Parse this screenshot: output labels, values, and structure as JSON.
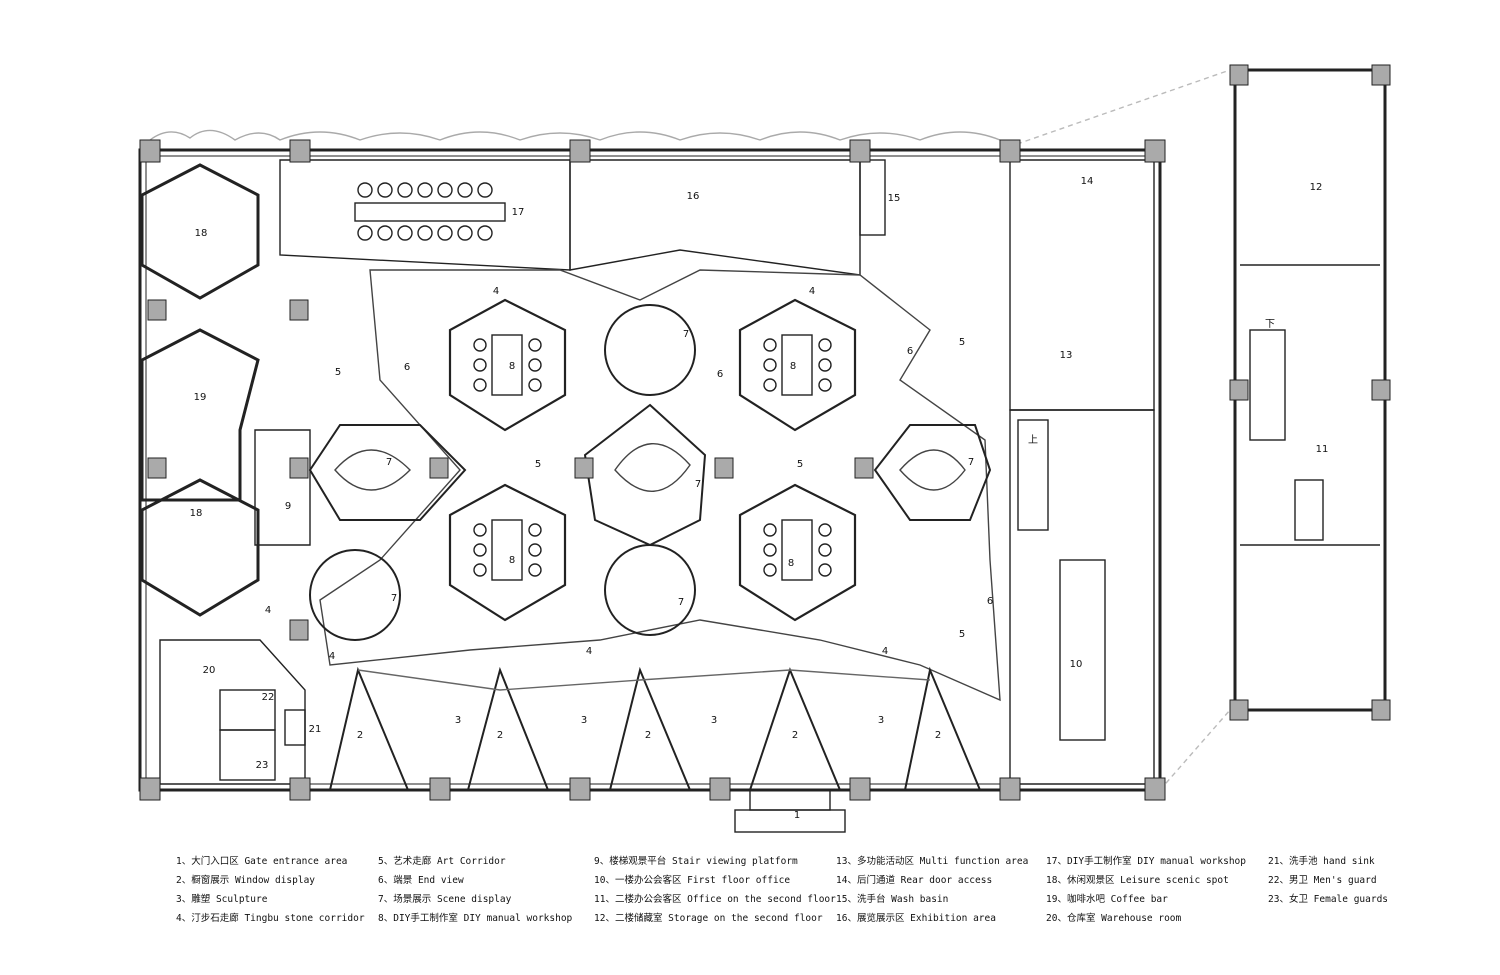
{
  "zones": {
    "z1": "1",
    "z2": "2",
    "z3": "3",
    "z4": "4",
    "z5": "5",
    "z6": "6",
    "z7": "7",
    "z8": "8",
    "z9": "9",
    "z10": "10",
    "z11": "11",
    "z12": "12",
    "z13": "13",
    "z14": "14",
    "z15": "15",
    "z16": "16",
    "z17": "17",
    "z18": "18",
    "z19": "19",
    "z20": "20",
    "z21": "21",
    "z22": "22",
    "z23": "23"
  },
  "stair_marks": {
    "down": "下",
    "up": "上"
  },
  "legend": {
    "col1": [
      "1、大门入口区 Gate entrance area",
      "2、橱窗展示 Window display",
      "3、雕塑 Sculpture",
      "4、汀步石走廊 Tingbu stone corridor"
    ],
    "col2": [
      "5、艺术走廊 Art Corridor",
      "6、端景 End view",
      "7、场景展示 Scene display",
      "8、DIY手工制作室 DIY manual workshop"
    ],
    "col3": [
      "9、楼梯观景平台 Stair viewing platform",
      "10、一楼办公会客区 First floor office",
      "11、二楼办公会客区 Office on the second floor",
      "12、二楼储藏室 Storage on the second floor"
    ],
    "col4": [
      "13、多功能活动区 Multi function area",
      "14、后门通道 Rear door access",
      "15、洗手台 Wash basin",
      "16、展览展示区 Exhibition area"
    ],
    "col5": [
      "17、DIY手工制作室 DIY manual workshop",
      "18、休闲观景区 Leisure scenic spot",
      "19、咖啡水吧 Coffee bar",
      "20、仓库室 Warehouse room"
    ],
    "col6": [
      "21、洗手池 hand sink",
      "22、男卫 Men's guard",
      "23、女卫 Female guards"
    ]
  }
}
